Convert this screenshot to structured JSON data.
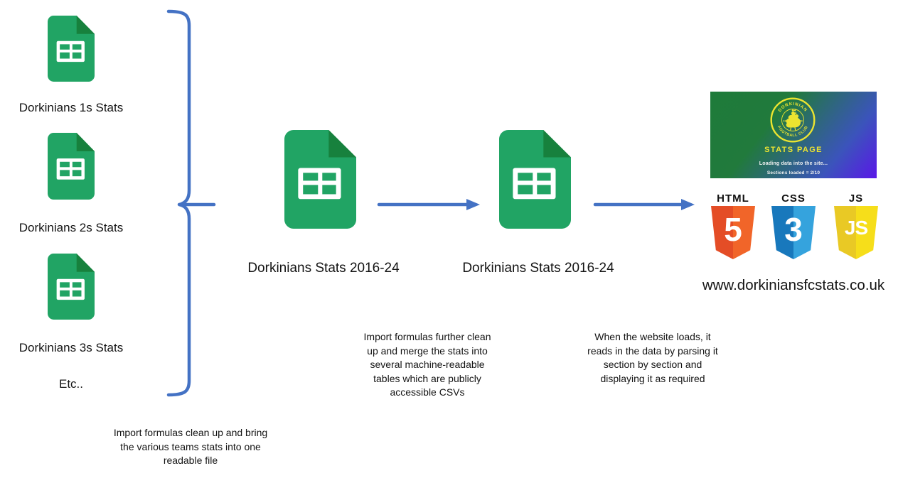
{
  "sources": {
    "items": [
      {
        "label": "Dorkinians 1s Stats"
      },
      {
        "label": "Dorkinians 2s Stats"
      },
      {
        "label": "Dorkinians 3s Stats"
      }
    ],
    "etc": "Etc..",
    "caption": "Import formulas clean up and bring\nthe various teams stats into one\nreadable file"
  },
  "stage_merged": {
    "label": "Dorkinians Stats 2016-24"
  },
  "stage_csv": {
    "label": "Dorkinians Stats 2016-24",
    "caption": "Import formulas further clean\nup and merge the stats into\nseveral machine-readable\ntables which are publicly\naccessible CSVs"
  },
  "stage_site": {
    "caption": "When the website loads, it\nreads in the data by parsing it\nsection by section and\ndisplaying it as required",
    "url": "www.dorkiniansfcstats.co.uk",
    "screenshot": {
      "crest_top": "DORKINIAN",
      "crest_bottom": "FOOTBALL CLUB",
      "crest_year_left": "19",
      "crest_year_right": "50",
      "title": "STATS PAGE",
      "loading": "Loading data into the site...",
      "sections": "Sections loaded = 2/10"
    },
    "tech": [
      {
        "label": "HTML",
        "glyph": "5"
      },
      {
        "label": "CSS",
        "glyph": "3"
      },
      {
        "label": "JS",
        "glyph": "JS"
      }
    ]
  },
  "colors": {
    "arrow_blue": "#4472C4",
    "sheet_green": "#21A464",
    "sheet_fold": "#17813D",
    "html_orange": "#E44D26",
    "html_orange_light": "#F16529",
    "css_blue": "#1878BC",
    "css_blue_light": "#35A3DD",
    "js_yellow": "#F6DE1A",
    "crest_yellow": "#ECE430",
    "site_gradient_green": "#1E7B3A",
    "site_gradient_purple": "#5A17E8"
  }
}
